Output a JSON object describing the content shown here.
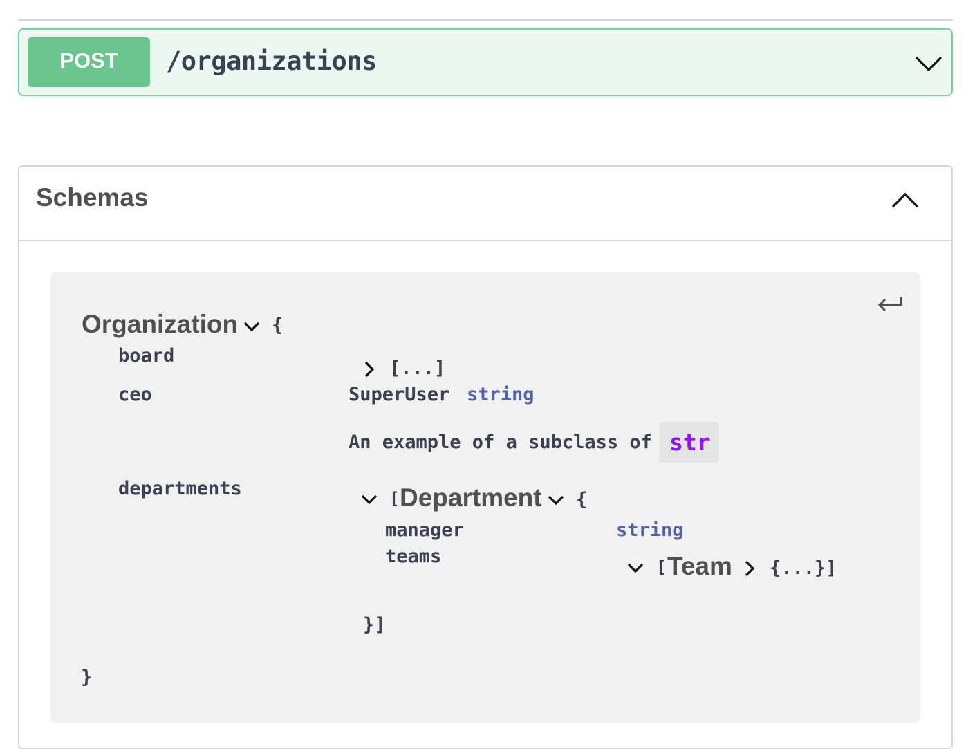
{
  "operation": {
    "method": "POST",
    "path": "/organizations",
    "icons": {
      "expand": "chevron-down-icon"
    },
    "colors": {
      "accent": "#49cc90",
      "badge": "#6cc58f",
      "background": "#ecf8f2"
    }
  },
  "schemas": {
    "title": "Schemas",
    "icons": {
      "collapse": "chevron-up-icon",
      "return": "return-arrow-icon"
    },
    "model": {
      "name": "Organization",
      "open_brace": "{",
      "close_brace": "}",
      "properties": {
        "board": {
          "name": "board",
          "value": "[...]"
        },
        "ceo": {
          "name": "ceo",
          "type_name": "SuperUser",
          "type": "string",
          "description": "An example of a subclass of",
          "description_code": "str"
        },
        "departments": {
          "name": "departments",
          "open_bracket": "[",
          "model_name": "Department",
          "open_brace": "{",
          "close": "}]",
          "properties": {
            "manager": {
              "name": "manager",
              "type": "string"
            },
            "teams": {
              "name": "teams",
              "open_bracket": "[",
              "model_name": "Team",
              "collapsed_value": "{...}]"
            }
          }
        }
      }
    }
  }
}
